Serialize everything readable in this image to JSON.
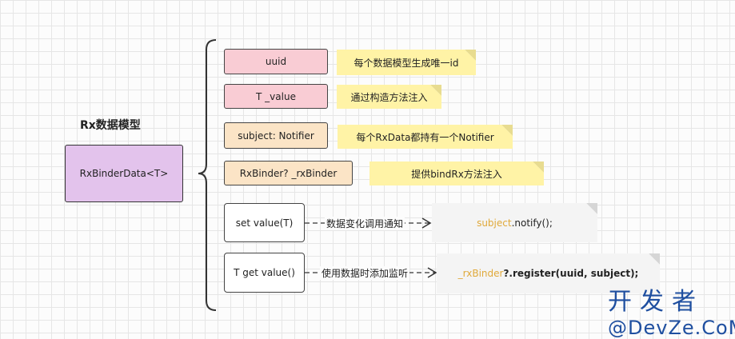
{
  "title": "Rx数据模型",
  "main_node": "RxBinderData<T>",
  "fields": [
    {
      "label": "uuid",
      "note": "每个数据模型生成唯一id"
    },
    {
      "label": "T _value",
      "note": "通过构造方法注入"
    },
    {
      "label": "subject: Notifier",
      "note": "每个RxData都持有一个Notifier"
    },
    {
      "label": "RxBinder? _rxBinder",
      "note": "提供bindRx方法注入"
    }
  ],
  "methods": [
    {
      "label": "set value(T)",
      "flow_label": "数据变化调用通知",
      "code_highlight": "subject",
      "code_rest": ".notify();"
    },
    {
      "label": "T get value()",
      "flow_label": "使用数据时添加监听",
      "code_highlight": "_rxBinder",
      "code_rest": "?.register(uuid, subject);"
    }
  ],
  "watermark": {
    "cn": "开发者",
    "en": "@DevZe.CoM"
  },
  "colors": {
    "main": "#e3c3ec",
    "pink": "#f9ccd4",
    "beige": "#fbe4c6",
    "note": "#fff3a6",
    "code_bg": "#f4f4f4",
    "code_highlight": "#e0a93a"
  }
}
